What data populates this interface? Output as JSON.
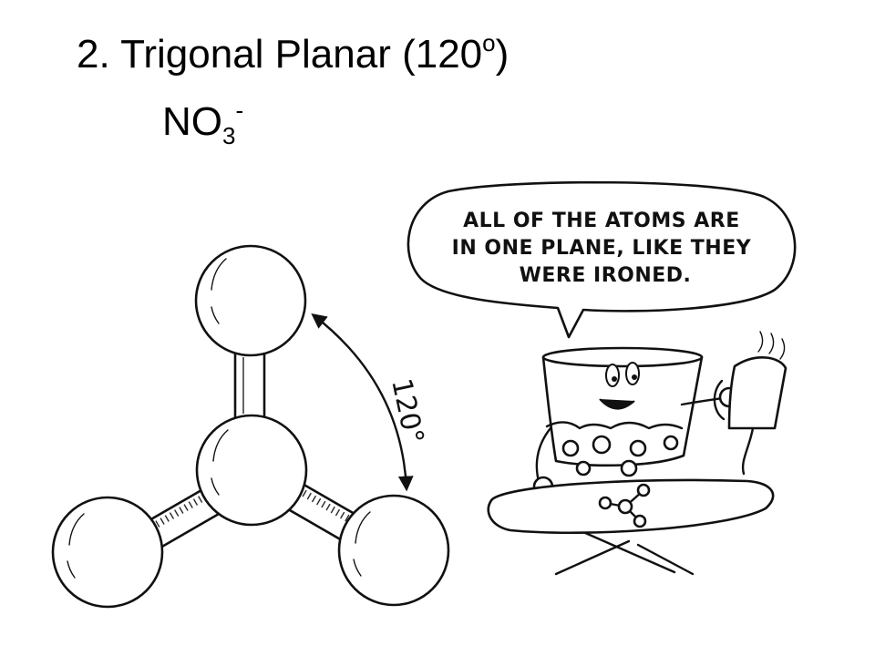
{
  "slide": {
    "title": "2.  Trigonal Planar (120",
    "title_degree_mark": "o",
    "title_close": ")",
    "formula_base": "NO",
    "formula_subscript": "3",
    "formula_charge": "-"
  },
  "molecule_diagram": {
    "angle_label": "120°"
  },
  "cartoon": {
    "speech_lines": [
      "ALL OF THE ATOMS ARE",
      "IN ONE PLANE, LIKE THEY",
      "WERE IRONED."
    ]
  }
}
